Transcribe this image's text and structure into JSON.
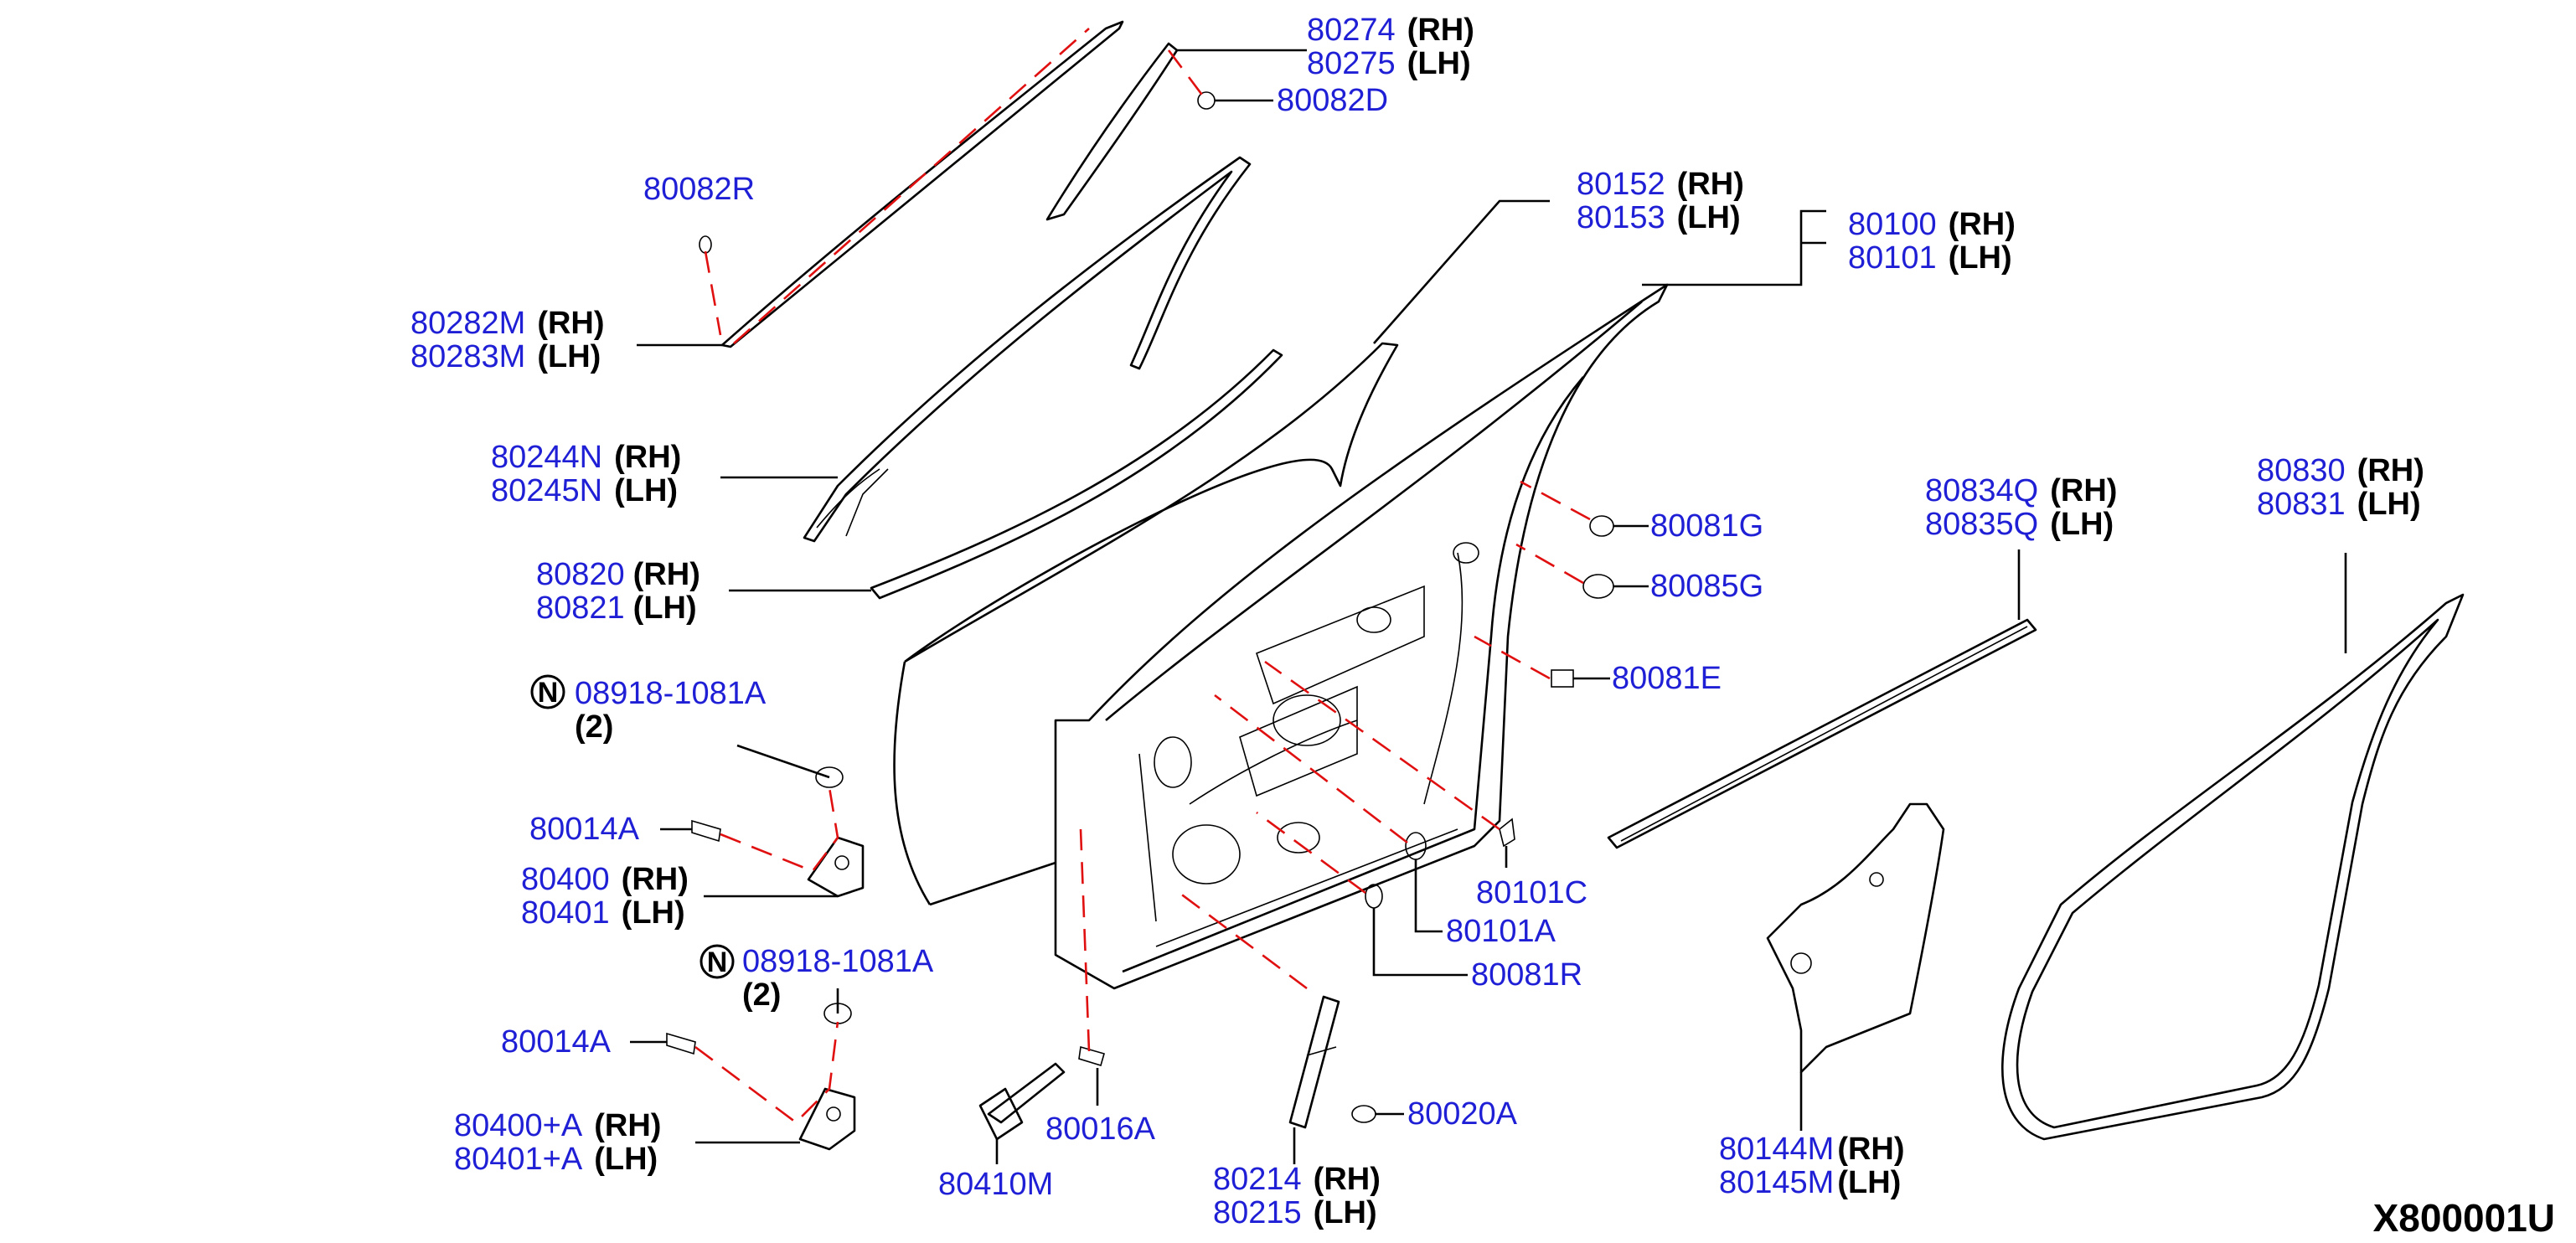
{
  "diagram": {
    "ref_code": "X800001U",
    "callouts": [
      {
        "id": "c80274",
        "part": "80274",
        "side": "(RH)"
      },
      {
        "id": "c80275",
        "part": "80275",
        "side": "(LH)"
      },
      {
        "id": "c80082D",
        "part": "80082D",
        "side": ""
      },
      {
        "id": "c80082R",
        "part": "80082R",
        "side": ""
      },
      {
        "id": "c80282M",
        "part": "80282M",
        "side": "(RH)"
      },
      {
        "id": "c80283M",
        "part": "80283M",
        "side": "(LH)"
      },
      {
        "id": "c80152",
        "part": "80152",
        "side": "(RH)"
      },
      {
        "id": "c80153",
        "part": "80153",
        "side": "(LH)"
      },
      {
        "id": "c80100",
        "part": "80100",
        "side": "(RH)"
      },
      {
        "id": "c80101",
        "part": "80101",
        "side": "(LH)"
      },
      {
        "id": "c80244N",
        "part": "80244N",
        "side": "(RH)"
      },
      {
        "id": "c80245N",
        "part": "80245N",
        "side": "(LH)"
      },
      {
        "id": "c80820",
        "part": "80820",
        "side": "(RH)"
      },
      {
        "id": "c80821",
        "part": "80821",
        "side": "(LH)"
      },
      {
        "id": "c80081G",
        "part": "80081G",
        "side": ""
      },
      {
        "id": "c80085G",
        "part": "80085G",
        "side": ""
      },
      {
        "id": "c80081E",
        "part": "80081E",
        "side": ""
      },
      {
        "id": "c80834Q",
        "part": "80834Q",
        "side": "(RH)"
      },
      {
        "id": "c80835Q",
        "part": "80835Q",
        "side": "(LH)"
      },
      {
        "id": "c80830",
        "part": "80830",
        "side": "(RH)"
      },
      {
        "id": "c80831",
        "part": "80831",
        "side": "(LH)"
      },
      {
        "id": "c08918a",
        "part": "08918-1081A",
        "side": ""
      },
      {
        "id": "c08918aq",
        "part": "",
        "side": "(2)"
      },
      {
        "id": "c80014Aa",
        "part": "80014A",
        "side": ""
      },
      {
        "id": "c80400",
        "part": "80400",
        "side": "(RH)"
      },
      {
        "id": "c80401",
        "part": "80401",
        "side": "(LH)"
      },
      {
        "id": "c08918b",
        "part": "08918-1081A",
        "side": ""
      },
      {
        "id": "c08918bq",
        "part": "",
        "side": "(2)"
      },
      {
        "id": "c80014Ab",
        "part": "80014A",
        "side": ""
      },
      {
        "id": "c80400A",
        "part": "80400+A",
        "side": "(RH)"
      },
      {
        "id": "c80401A",
        "part": "80401+A",
        "side": "(LH)"
      },
      {
        "id": "c80101C",
        "part": "80101C",
        "side": ""
      },
      {
        "id": "c80101A",
        "part": "80101A",
        "side": ""
      },
      {
        "id": "c80081R",
        "part": "80081R",
        "side": ""
      },
      {
        "id": "c80016A",
        "part": "80016A",
        "side": ""
      },
      {
        "id": "c80410M",
        "part": "80410M",
        "side": ""
      },
      {
        "id": "c80020A",
        "part": "80020A",
        "side": ""
      },
      {
        "id": "c80214",
        "part": "80214",
        "side": "(RH)"
      },
      {
        "id": "c80215",
        "part": "80215",
        "side": "(LH)"
      },
      {
        "id": "c80144M",
        "part": "80144M",
        "side": "(RH)"
      },
      {
        "id": "c80145M",
        "part": "80145M",
        "side": "(LH)"
      }
    ],
    "badges": [
      {
        "id": "n1",
        "glyph": "N"
      },
      {
        "id": "n2",
        "glyph": "N"
      }
    ]
  }
}
